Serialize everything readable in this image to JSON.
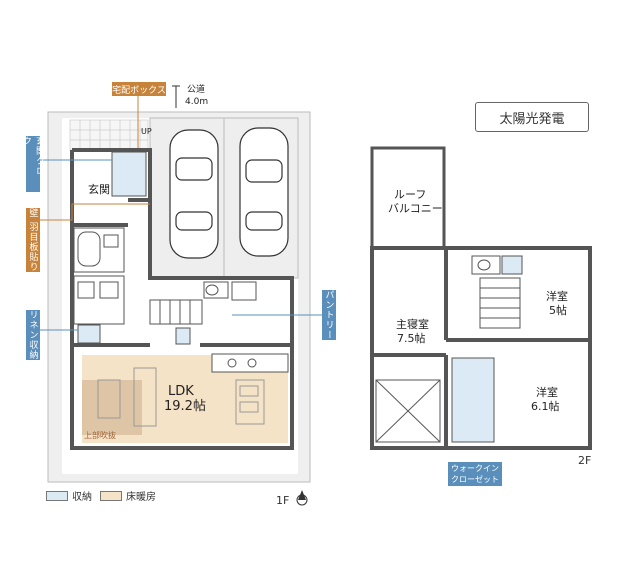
{
  "labels": {
    "road": "公道",
    "road_width": "4.0m",
    "up": "UP",
    "entrance": "玄関",
    "ldk": "LDK",
    "ldk_size": "19.2帖",
    "void_above": "上部吹抜",
    "roof_balcony_1": "ルーフ",
    "roof_balcony_2": "バルコニー",
    "master_bedroom": "主寝室",
    "master_bedroom_size": "7.5帖",
    "western_room_a": "洋室",
    "western_room_a_size": "5帖",
    "western_room_b": "洋室",
    "western_room_b_size": "6.1帖",
    "floor_1": "1F",
    "floor_2": "2F",
    "solar": "太陽光発電"
  },
  "callouts": {
    "delivery_box": "宅配ボックス",
    "entrance_cloak": "玄関クローク",
    "wall_panel": "壁 羽目板貼り",
    "linen_storage": "リネン収納",
    "pantry": "パントリー",
    "walk_in_closet_1": "ウォークイン",
    "walk_in_closet_2": "クローゼット"
  },
  "legend": [
    {
      "label": "収納",
      "color": "#dbeaf4"
    },
    {
      "label": "床暖房",
      "color": "#f5e3c8"
    }
  ],
  "colors": {
    "callout_blue": "#5a8fbc",
    "callout_orange": "#c7833a",
    "storage": "#dbeaf4",
    "floor_heating": "#f5e3c8",
    "wall": "#555555",
    "site_gray": "#efefef"
  }
}
